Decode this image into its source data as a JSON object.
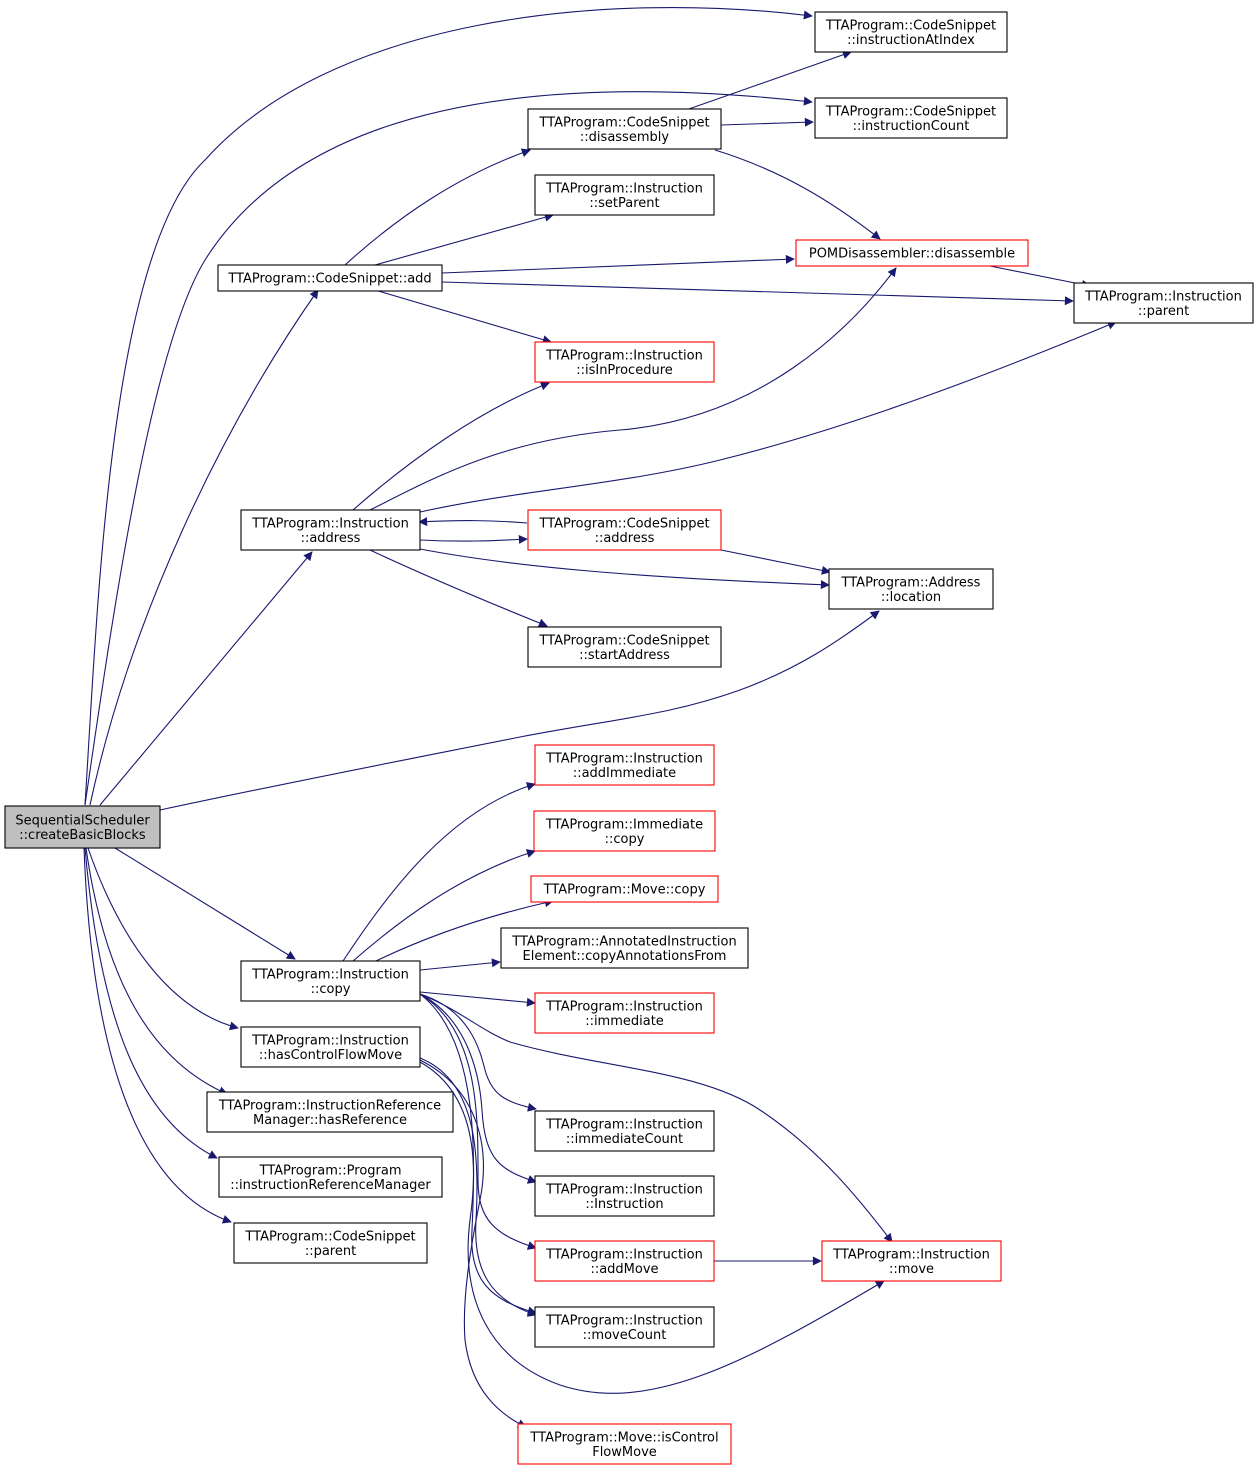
{
  "nodes": {
    "root": {
      "lines": [
        "SequentialScheduler",
        "::createBasicBlocks"
      ],
      "border": "black",
      "fill": "gray"
    },
    "csInstrAtIndex": {
      "lines": [
        "TTAProgram::CodeSnippet",
        "::instructionAtIndex"
      ],
      "border": "black",
      "fill": "white"
    },
    "csInstrCount": {
      "lines": [
        "TTAProgram::CodeSnippet",
        "::instructionCount"
      ],
      "border": "black",
      "fill": "white"
    },
    "csDisassembly": {
      "lines": [
        "TTAProgram::CodeSnippet",
        "::disassembly"
      ],
      "border": "black",
      "fill": "white"
    },
    "instrSetParent": {
      "lines": [
        "TTAProgram::Instruction",
        "::setParent"
      ],
      "border": "black",
      "fill": "white"
    },
    "pomDisassemble": {
      "lines": [
        "POMDisassembler::disassemble"
      ],
      "border": "red",
      "fill": "white"
    },
    "csAdd": {
      "lines": [
        "TTAProgram::CodeSnippet::add"
      ],
      "border": "black",
      "fill": "white"
    },
    "instrParent": {
      "lines": [
        "TTAProgram::Instruction",
        "::parent"
      ],
      "border": "black",
      "fill": "white"
    },
    "instrIsInProcedure": {
      "lines": [
        "TTAProgram::Instruction",
        "::isInProcedure"
      ],
      "border": "red",
      "fill": "white"
    },
    "instrAddress": {
      "lines": [
        "TTAProgram::Instruction",
        "::address"
      ],
      "border": "black",
      "fill": "white"
    },
    "csAddress": {
      "lines": [
        "TTAProgram::CodeSnippet",
        "::address"
      ],
      "border": "red",
      "fill": "white"
    },
    "addrLocation": {
      "lines": [
        "TTAProgram::Address",
        "::location"
      ],
      "border": "black",
      "fill": "white"
    },
    "csStartAddress": {
      "lines": [
        "TTAProgram::CodeSnippet",
        "::startAddress"
      ],
      "border": "black",
      "fill": "white"
    },
    "instrAddImmediate": {
      "lines": [
        "TTAProgram::Instruction",
        "::addImmediate"
      ],
      "border": "red",
      "fill": "white"
    },
    "immCopy": {
      "lines": [
        "TTAProgram::Immediate",
        "::copy"
      ],
      "border": "red",
      "fill": "white"
    },
    "moveCopy": {
      "lines": [
        "TTAProgram::Move::copy"
      ],
      "border": "red",
      "fill": "white"
    },
    "annCopy": {
      "lines": [
        "TTAProgram::AnnotatedInstruction",
        "Element::copyAnnotationsFrom"
      ],
      "border": "black",
      "fill": "white"
    },
    "instrCopy": {
      "lines": [
        "TTAProgram::Instruction",
        "::copy"
      ],
      "border": "black",
      "fill": "white"
    },
    "instrImmediate": {
      "lines": [
        "TTAProgram::Instruction",
        "::immediate"
      ],
      "border": "red",
      "fill": "white"
    },
    "instrHasCFM": {
      "lines": [
        "TTAProgram::Instruction",
        "::hasControlFlowMove"
      ],
      "border": "black",
      "fill": "white"
    },
    "irmHasRef": {
      "lines": [
        "TTAProgram::InstructionReference",
        "Manager::hasReference"
      ],
      "border": "black",
      "fill": "white"
    },
    "instrImmCount": {
      "lines": [
        "TTAProgram::Instruction",
        "::immediateCount"
      ],
      "border": "black",
      "fill": "white"
    },
    "progIRM": {
      "lines": [
        "TTAProgram::Program",
        "::instructionReferenceManager"
      ],
      "border": "black",
      "fill": "white"
    },
    "instrCtor": {
      "lines": [
        "TTAProgram::Instruction",
        "::Instruction"
      ],
      "border": "black",
      "fill": "white"
    },
    "csParent": {
      "lines": [
        "TTAProgram::CodeSnippet",
        "::parent"
      ],
      "border": "black",
      "fill": "white"
    },
    "instrAddMove": {
      "lines": [
        "TTAProgram::Instruction",
        "::addMove"
      ],
      "border": "red",
      "fill": "white"
    },
    "instrMove": {
      "lines": [
        "TTAProgram::Instruction",
        "::move"
      ],
      "border": "red",
      "fill": "white"
    },
    "instrMoveCount": {
      "lines": [
        "TTAProgram::Instruction",
        "::moveCount"
      ],
      "border": "black",
      "fill": "white"
    },
    "moveIsCFM": {
      "lines": [
        "TTAProgram::Move::isControl",
        "FlowMove"
      ],
      "border": "red",
      "fill": "white"
    }
  },
  "edges": [
    [
      "root",
      "csInstrAtIndex"
    ],
    [
      "root",
      "csInstrCount"
    ],
    [
      "root",
      "csAdd"
    ],
    [
      "root",
      "instrAddress"
    ],
    [
      "root",
      "addrLocation"
    ],
    [
      "root",
      "instrCopy"
    ],
    [
      "root",
      "instrHasCFM"
    ],
    [
      "root",
      "irmHasRef"
    ],
    [
      "root",
      "progIRM"
    ],
    [
      "root",
      "csParent"
    ],
    [
      "csAdd",
      "csDisassembly"
    ],
    [
      "csAdd",
      "instrSetParent"
    ],
    [
      "csAdd",
      "pomDisassemble"
    ],
    [
      "csAdd",
      "instrParent"
    ],
    [
      "csAdd",
      "instrIsInProcedure"
    ],
    [
      "csDisassembly",
      "csInstrAtIndex"
    ],
    [
      "csDisassembly",
      "csInstrCount"
    ],
    [
      "csDisassembly",
      "pomDisassemble"
    ],
    [
      "pomDisassemble",
      "instrParent"
    ],
    [
      "instrAddress",
      "instrIsInProcedure"
    ],
    [
      "instrAddress",
      "pomDisassemble"
    ],
    [
      "instrAddress",
      "instrParent"
    ],
    [
      "instrAddress",
      "csAddress"
    ],
    [
      "instrAddress",
      "addrLocation"
    ],
    [
      "instrAddress",
      "csStartAddress"
    ],
    [
      "csAddress",
      "instrAddress"
    ],
    [
      "csAddress",
      "addrLocation"
    ],
    [
      "instrCopy",
      "instrAddImmediate"
    ],
    [
      "instrCopy",
      "immCopy"
    ],
    [
      "instrCopy",
      "moveCopy"
    ],
    [
      "instrCopy",
      "annCopy"
    ],
    [
      "instrCopy",
      "instrImmediate"
    ],
    [
      "instrCopy",
      "instrMove"
    ],
    [
      "instrCopy",
      "instrImmCount"
    ],
    [
      "instrCopy",
      "instrCtor"
    ],
    [
      "instrCopy",
      "instrAddMove"
    ],
    [
      "instrCopy",
      "instrMoveCount"
    ],
    [
      "instrHasCFM",
      "instrMove"
    ],
    [
      "instrHasCFM",
      "instrMoveCount"
    ],
    [
      "instrHasCFM",
      "moveIsCFM"
    ],
    [
      "instrAddMove",
      "instrMove"
    ]
  ],
  "colors": {
    "edge": "#191970",
    "black_border": "#000000",
    "red_border": "#ff0000",
    "gray_fill": "#bfbfbf",
    "white_fill": "#ffffff"
  }
}
